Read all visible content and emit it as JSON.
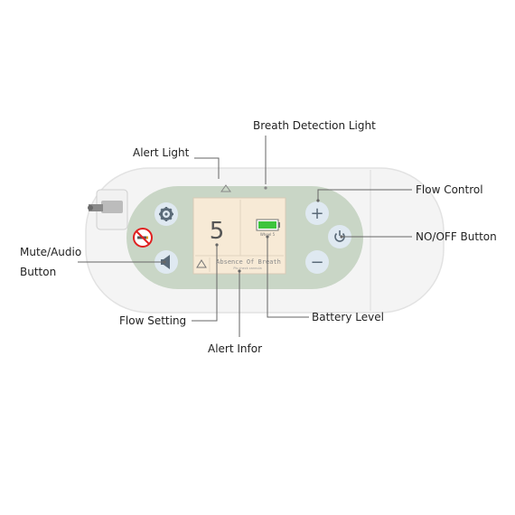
{
  "labels": {
    "breath_detection_light": "Breath Detection Light",
    "alert_light": "Alert Light",
    "flow_control": "Flow Control",
    "on_off_button": "NO/OFF Button",
    "mute_audio_line1": "Mute/Audio",
    "mute_audio_line2": "Button",
    "flow_setting": "Flow Setting",
    "battery_level": "Battery Level",
    "alert_infor": "Alert Infor"
  },
  "screen": {
    "flow_value": "5",
    "battery_text": "Wheel 5",
    "alert_message": "Absence Of Breath",
    "alert_submessage": "Pls check cannula"
  },
  "buttons": {
    "plus_symbol": "+",
    "minus_symbol": "−"
  },
  "colors": {
    "device_body": "#f4f4f4",
    "panel": "#c9d6c6",
    "button": "#dfe9f1",
    "button_icon": "#5a6a78",
    "screen_bg": "#f7ead6",
    "battery": "#3dc43d",
    "no_smoking": "#e02020"
  },
  "icons": {
    "settings": "gear-icon",
    "no_smoking": "no-smoking-icon",
    "mute": "speaker-icon",
    "power": "power-icon",
    "alert": "warning-triangle-icon"
  }
}
